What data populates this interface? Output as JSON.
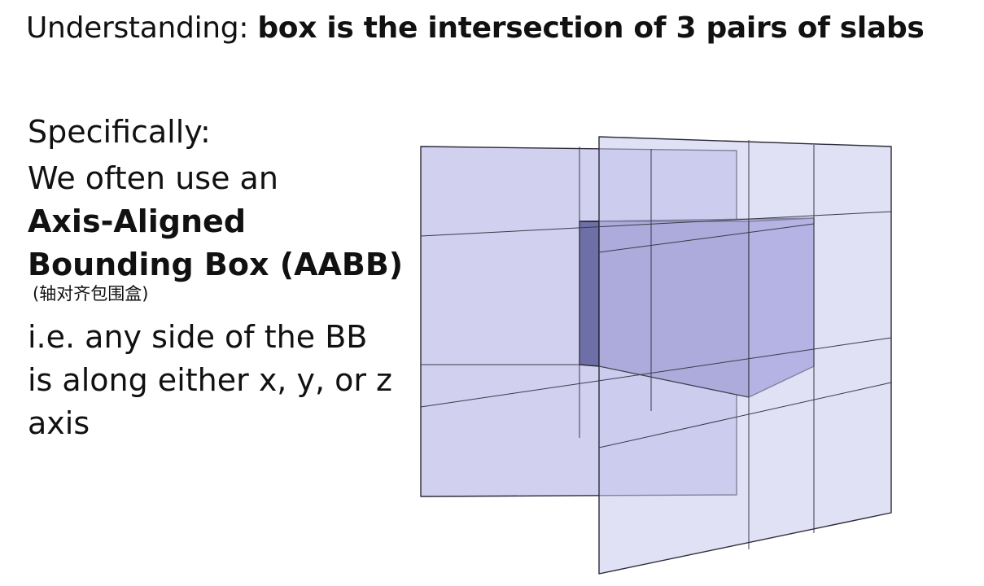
{
  "title": {
    "prefix": "Understanding: ",
    "bold": "box is the intersection of 3 pairs of slabs"
  },
  "body": {
    "specifically": "Specifically:",
    "line1": "We often use an",
    "bold1": "Axis-Aligned",
    "bold2": "Bounding Box (AABB)",
    "chinese": "(轴对齐包围盒)",
    "desc1": "i.e. any side of the BB",
    "desc2": "is along either x, y, or z",
    "desc3": "axis"
  },
  "colors": {
    "slab_fill": "#c9c9ec",
    "slab_stroke": "#2a2a3a",
    "box_left_face": "#6f6fa8",
    "box_front_face": "#8a88c6",
    "box_right_face": "#9b99d9",
    "box_top_face": "#a7a5e0"
  }
}
